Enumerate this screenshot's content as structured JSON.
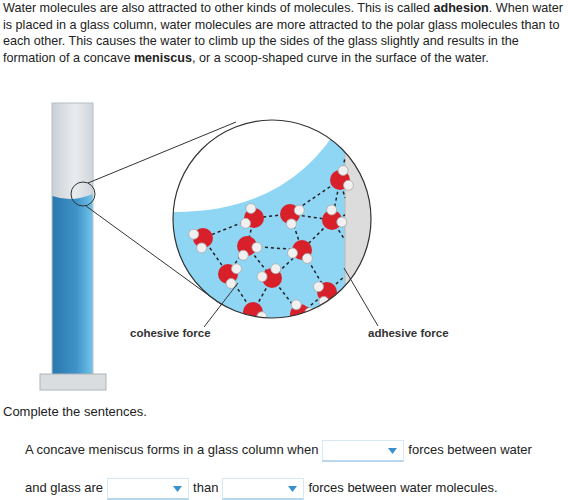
{
  "diagram": {
    "labels": [
      "Water molecules are also attracted to other kinds of molecules. This is called",
      "adhesion",
      ".",
      "When water is placed in a glass column, water molecules are more attracted to the polar glass molecules than to each other. This causes the water to climb up the sides of the glass slightly and results in the formation of a concave",
      "meniscus",
      ", or a scoop-shaped curve in the surface of the water.",
      "cohesive force",
      "adhesive force",
      "Complete the sentences.",
      "A concave meniscus forms in a glass column when",
      "forces between water",
      "and glass are",
      "than",
      "forces between water molecules."
    ]
  }
}
